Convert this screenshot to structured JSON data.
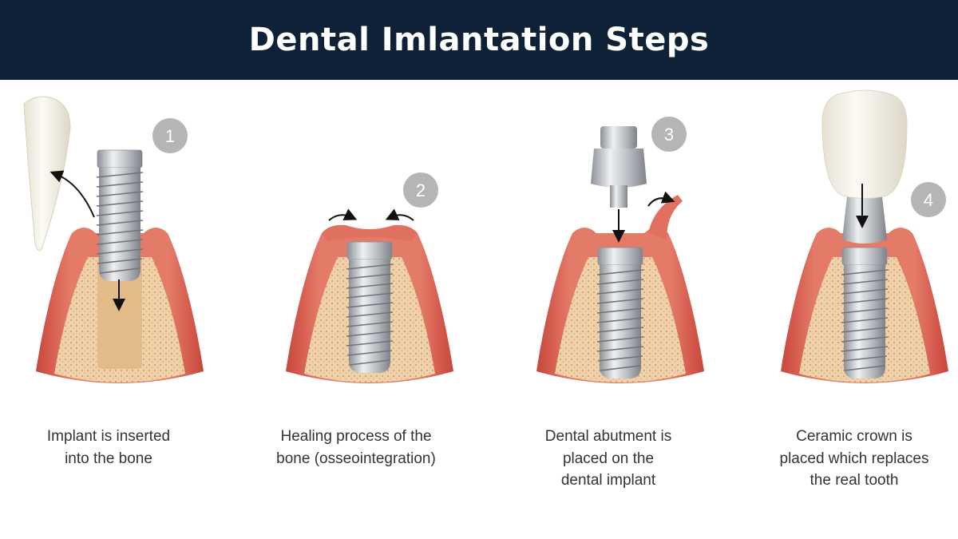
{
  "title": "Dental Imlantation Steps",
  "steps": [
    {
      "number": "1",
      "caption": [
        "Implant is inserted",
        "into the bone"
      ]
    },
    {
      "number": "2",
      "caption": [
        "Healing process of the",
        "bone (osseointegration)"
      ]
    },
    {
      "number": "3",
      "caption": [
        "Dental abutment is",
        "placed on the",
        "dental implant"
      ]
    },
    {
      "number": "4",
      "caption": [
        "Ceramic crown is",
        "placed which replaces",
        "the real tooth"
      ]
    }
  ],
  "colors": {
    "header": "#0f2136",
    "gum": "#e0705f",
    "bone": "#f1d2a8",
    "badge": "#b5b5b5"
  }
}
